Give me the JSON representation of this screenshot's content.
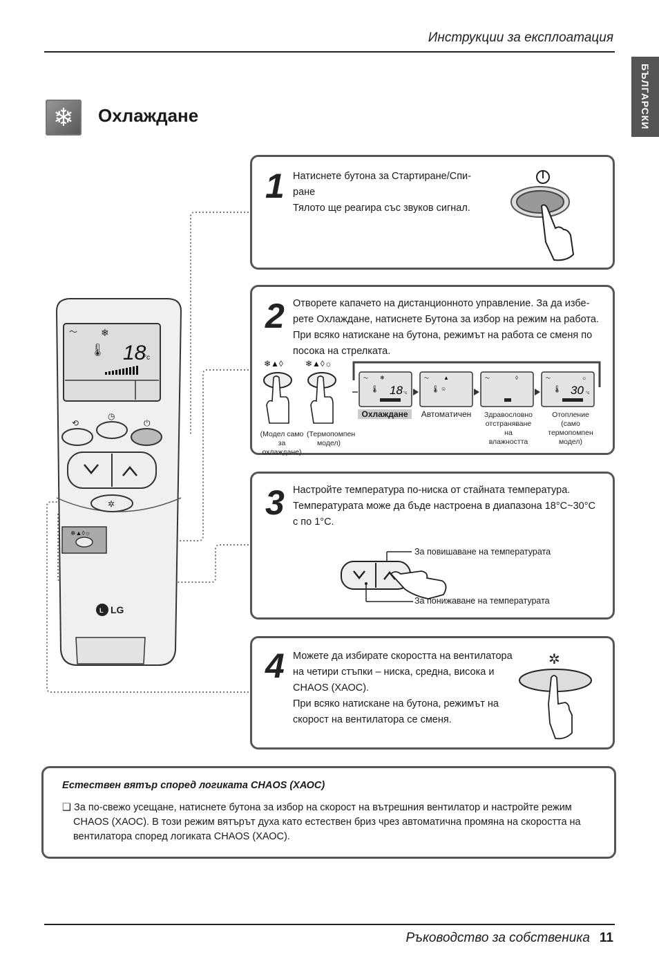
{
  "header": {
    "title": "Инструкции за експлоатация"
  },
  "language_tab": "БЪЛГАРСКИ",
  "section": {
    "title": "Охлаждане",
    "icon": "snowflake-icon"
  },
  "remote": {
    "display_temp": "18",
    "display_unit": "°c",
    "brand": "LG"
  },
  "steps": [
    {
      "number": "1",
      "lines": [
        "Натиснете бутона за Стартиране/Спи-",
        "ране",
        "Тялото ще реагира със звуков сигнал."
      ]
    },
    {
      "number": "2",
      "lines": [
        "Отворете капачето на дистанционното управление. За да избе-",
        "рете Охлаждане, натиснете Бутона за избор на режим на работа.",
        "При всяко натискане на бутона, режимът на работа се сменя по",
        "посока на стрелката."
      ],
      "button_labels": [
        [
          "(Модел само",
          "за охлаждане)"
        ],
        [
          "(Термопомпен",
          "модел)"
        ]
      ],
      "modes": [
        {
          "label": "Охлаждане",
          "display_value": "18",
          "active": true
        },
        {
          "label": "Автоматичен",
          "display_value": "",
          "active": false
        },
        {
          "label": "Здравословно отстраняване на влажността",
          "display_value": "",
          "active": false
        },
        {
          "label": "Отопление (само термопомпен модел)",
          "display_value": "30",
          "active": false
        }
      ],
      "mode_label_lines": [
        [
          "Охлаждане"
        ],
        [
          "Автоматичен"
        ],
        [
          "Здравословно",
          "отстраняване на",
          "влажността"
        ],
        [
          "Отопление",
          "(само термопомпен",
          "модел)"
        ]
      ]
    },
    {
      "number": "3",
      "lines": [
        "Настройте температура по-ниска от стайната температура.",
        "Температурата може да бъде настроена в диапазона 18°C~30°C",
        "с по 1°C."
      ],
      "up_label": "За повишаване на температурата",
      "down_label": "За понижаване на температурата"
    },
    {
      "number": "4",
      "lines": [
        "Можете да избирате скоростта на вентилатора",
        "на четири стъпки – ниска, средна, висока и",
        "CHAOS (ХАОС).",
        "При всяко натискане на бутона, режимът на",
        "скорост на вентилатора се сменя."
      ]
    }
  ],
  "note": {
    "title": "Естествен вятър според логиката CHAOS (ХАОС)",
    "lines": [
      "❑ За по-свежо усещане, натиснете бутона за избор на скорост на вътрешния вентилатор и настройте режим",
      "CHAOS (ХАОС). В този режим вятърът духа като естествен бриз чрез автоматична промяна на скоростта на",
      "вентилатора според логиката CHAOS (ХАОС)."
    ]
  },
  "footer": {
    "title": "Ръководство за собственика",
    "page": "11"
  }
}
